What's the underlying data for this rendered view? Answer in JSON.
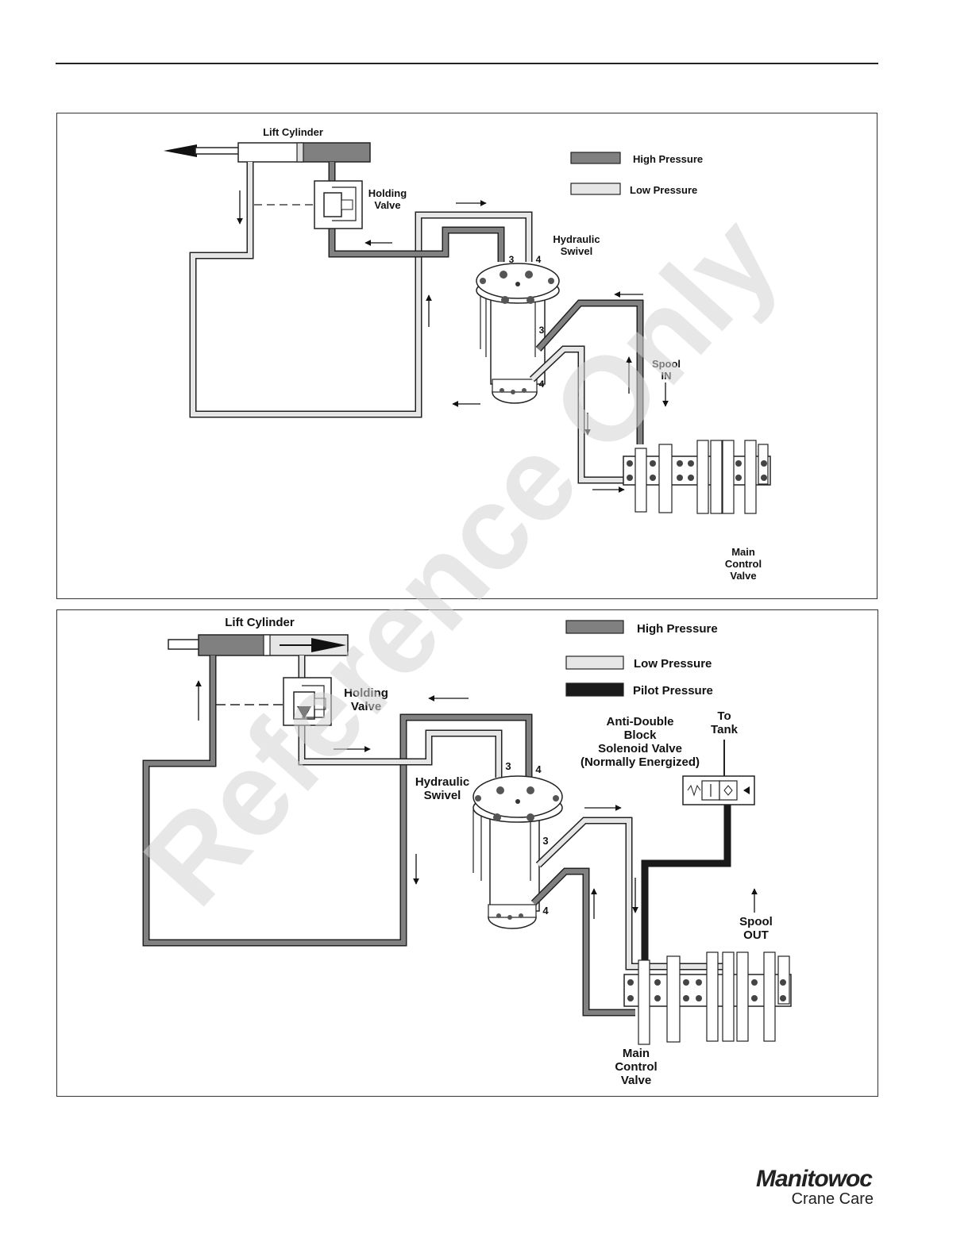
{
  "legend": {
    "high_pressure": "High Pressure",
    "low_pressure": "Low Pressure",
    "pilot_pressure": "Pilot Pressure",
    "colors": {
      "high": "#7f7f7f",
      "low": "#e6e6e6",
      "pilot": "#1a1a1a"
    }
  },
  "top": {
    "lift_cylinder": "Lift Cylinder",
    "holding_valve": [
      "Holding",
      "Valve"
    ],
    "hydraulic_swivel": [
      "Hydraulic",
      "Swivel"
    ],
    "spool": [
      "Spool",
      "IN"
    ],
    "main_control_valve": [
      "Main",
      "Control",
      "Valve"
    ],
    "port3": "3",
    "port4": "4"
  },
  "bottom": {
    "lift_cylinder": "Lift Cylinder",
    "holding_valve": [
      "Holding",
      "Valve"
    ],
    "hydraulic_swivel": [
      "Hydraulic",
      "Swivel"
    ],
    "spool": [
      "Spool",
      "OUT"
    ],
    "main_control_valve": [
      "Main",
      "Control",
      "Valve"
    ],
    "anti_double_block": [
      "Anti-Double",
      "Block",
      "Solenoid Valve",
      "(Normally Energized)"
    ],
    "to_tank": [
      "To",
      "Tank"
    ],
    "port3": "3",
    "port4": "4"
  },
  "watermark": "Reference Only",
  "logo": {
    "brand": "Manitowoc",
    "sub": "Crane Care"
  }
}
